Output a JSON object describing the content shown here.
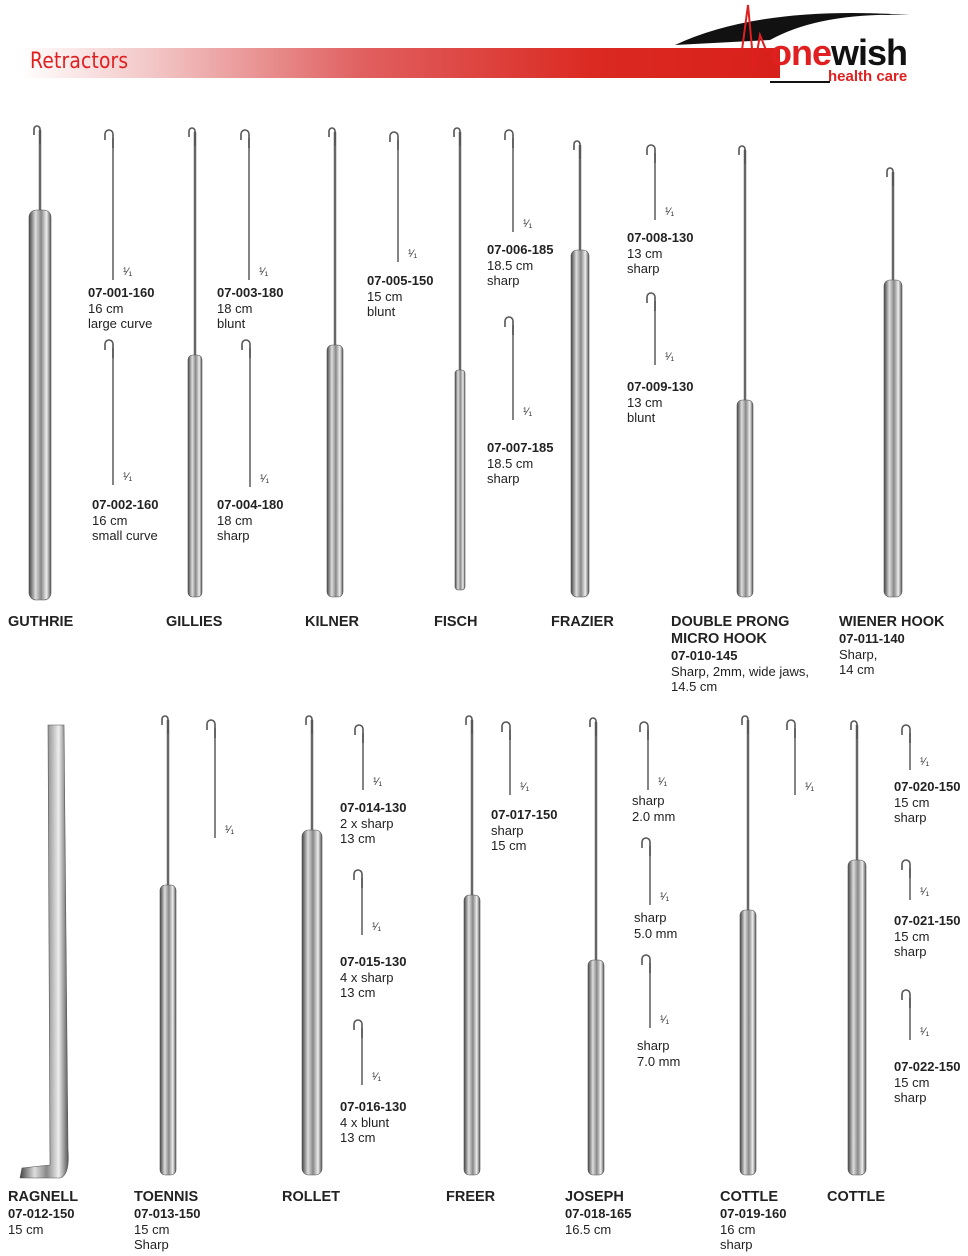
{
  "header": {
    "title": "Retractors",
    "logo": {
      "brand_a": "one",
      "brand_b": "wish",
      "tagline": "health care"
    }
  },
  "scale_mark": "¹⁄₁",
  "row1": {
    "names": [
      {
        "name": "GUTHRIE"
      },
      {
        "name": "GILLIES"
      },
      {
        "name": "KILNER"
      },
      {
        "name": "FISCH"
      },
      {
        "name": "FRAZIER"
      },
      {
        "name": "DOUBLE PRONG",
        "name2": "MICRO HOOK",
        "code": "07-010-145",
        "desc": "Sharp, 2mm, wide jaws,",
        "desc2": "14.5 cm"
      },
      {
        "name": "WIENER HOOK",
        "code": "07-011-140",
        "desc": "Sharp,",
        "desc2": "14 cm"
      }
    ],
    "specs": [
      {
        "code": "07-001-160",
        "l1": "16 cm",
        "l2": "large curve"
      },
      {
        "code": "07-002-160",
        "l1": "16 cm",
        "l2": "small curve"
      },
      {
        "code": "07-003-180",
        "l1": "18 cm",
        "l2": "blunt"
      },
      {
        "code": "07-004-180",
        "l1": "18 cm",
        "l2": "sharp"
      },
      {
        "code": "07-005-150",
        "l1": "15 cm",
        "l2": "blunt"
      },
      {
        "code": "07-006-185",
        "l1": "18.5 cm",
        "l2": "sharp"
      },
      {
        "code": "07-007-185",
        "l1": "18.5 cm",
        "l2": "sharp"
      },
      {
        "code": "07-008-130",
        "l1": "13 cm",
        "l2": "sharp"
      },
      {
        "code": "07-009-130",
        "l1": "13 cm",
        "l2": "blunt"
      }
    ]
  },
  "row2": {
    "names": [
      {
        "name": "RAGNELL",
        "code": "07-012-150",
        "desc": "15 cm"
      },
      {
        "name": "TOENNIS",
        "code": "07-013-150",
        "desc": "15 cm",
        "desc2": "Sharp"
      },
      {
        "name": "ROLLET"
      },
      {
        "name": "FREER"
      },
      {
        "name": "JOSEPH",
        "code": "07-018-165",
        "desc": "16.5 cm"
      },
      {
        "name": "COTTLE",
        "code": "07-019-160",
        "desc": "16 cm",
        "desc2": "sharp"
      },
      {
        "name": "COTTLE"
      }
    ],
    "specs": [
      {
        "code": "07-014-130",
        "l1": "2 x sharp",
        "l2": "13 cm"
      },
      {
        "code": "07-015-130",
        "l1": "4 x sharp",
        "l2": "13 cm"
      },
      {
        "code": "07-016-130",
        "l1": "4 x blunt",
        "l2": "13 cm"
      },
      {
        "code": "07-017-150",
        "l1": "sharp",
        "l2": "15 cm"
      },
      {
        "l1": "sharp",
        "l2": "2.0 mm"
      },
      {
        "l1": "sharp",
        "l2": "5.0 mm"
      },
      {
        "l1": "sharp",
        "l2": "7.0 mm"
      },
      {
        "code": "07-020-150",
        "l1": "15 cm",
        "l2": "sharp"
      },
      {
        "code": "07-021-150",
        "l1": "15 cm",
        "l2": "sharp"
      },
      {
        "code": "07-022-150",
        "l1": "15 cm",
        "l2": "sharp"
      }
    ]
  }
}
